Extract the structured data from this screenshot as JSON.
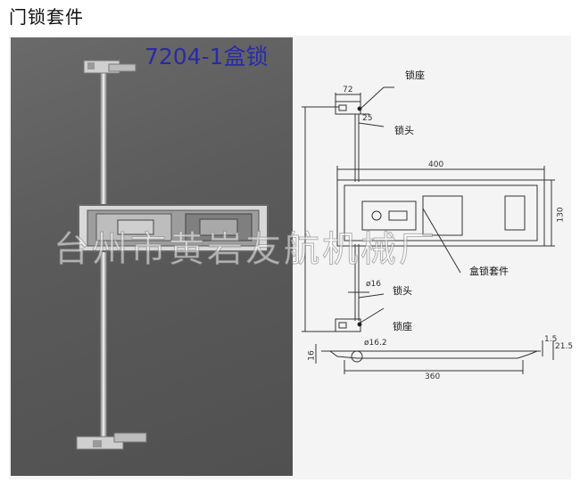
{
  "page": {
    "title": "门锁套件"
  },
  "photo": {
    "model_label": "7204-1盒锁"
  },
  "watermark": "台州市黄岩友航机械厂",
  "drawing": {
    "callouts": {
      "seat_top": "锁座",
      "head_top": "锁头",
      "box_lock_kit": "盒锁套件",
      "head_bottom": "锁头",
      "seat_bottom": "锁座"
    },
    "dimensions": {
      "d72": "72",
      "d25": "25",
      "d400": "400",
      "d130": "130",
      "d16": "ø16",
      "d16_2": "ø16.2",
      "d16_side": "16",
      "d1_5": "1.5",
      "d21_5": "21.5",
      "d360": "360"
    }
  }
}
